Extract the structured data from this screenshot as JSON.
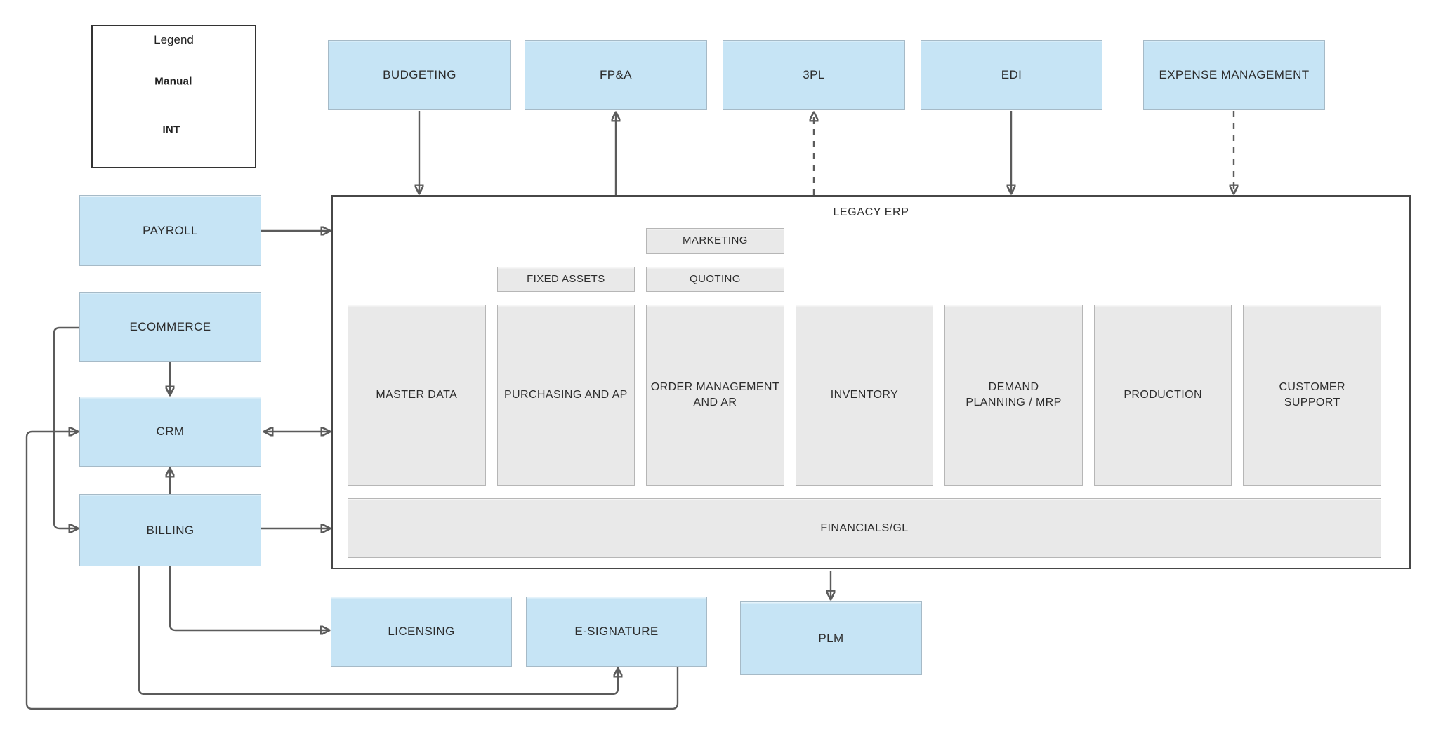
{
  "diagram": {
    "legend": {
      "title": "Legend",
      "manual_label": "Manual",
      "int_label": "INT"
    },
    "top_systems": [
      {
        "label": "BUDGETING"
      },
      {
        "label": "FP&A"
      },
      {
        "label": "3PL"
      },
      {
        "label": "EDI"
      },
      {
        "label": "EXPENSE MANAGEMENT"
      }
    ],
    "left_systems": [
      {
        "label": "PAYROLL"
      },
      {
        "label": "ECOMMERCE"
      },
      {
        "label": "CRM"
      },
      {
        "label": "BILLING"
      }
    ],
    "erp": {
      "title": "LEGACY ERP",
      "floating_modules": [
        {
          "label": "MARKETING"
        },
        {
          "label": "FIXED ASSETS"
        },
        {
          "label": "QUOTING"
        }
      ],
      "core_modules": [
        {
          "label": "MASTER DATA"
        },
        {
          "label": "PURCHASING AND AP"
        },
        {
          "label": "ORDER MANAGEMENT\nAND AR"
        },
        {
          "label": "INVENTORY"
        },
        {
          "label": "DEMAND\nPLANNING / MRP"
        },
        {
          "label": "PRODUCTION"
        },
        {
          "label": "CUSTOMER\nSUPPORT"
        }
      ],
      "base_module": {
        "label": "FINANCIALS/GL"
      }
    },
    "bottom_systems": [
      {
        "label": "LICENSING"
      },
      {
        "label": "E-SIGNATURE"
      },
      {
        "label": "PLM"
      }
    ],
    "connections": [
      {
        "from": "BUDGETING",
        "to": "LEGACY ERP",
        "type": "INT"
      },
      {
        "from": "LEGACY ERP",
        "to": "FP&A",
        "type": "INT"
      },
      {
        "from": "LEGACY ERP",
        "to": "3PL",
        "type": "Manual"
      },
      {
        "from": "EDI",
        "to": "LEGACY ERP",
        "type": "INT"
      },
      {
        "from": "EXPENSE MANAGEMENT",
        "to": "LEGACY ERP",
        "type": "Manual"
      },
      {
        "from": "PAYROLL",
        "to": "LEGACY ERP",
        "type": "INT"
      },
      {
        "from": "ECOMMERCE",
        "to": "CRM",
        "type": "INT"
      },
      {
        "from": "ECOMMERCE",
        "to": "BILLING",
        "type": "INT"
      },
      {
        "from": "CRM",
        "to": "LEGACY ERP",
        "type": "INT",
        "bidirectional": true
      },
      {
        "from": "BILLING",
        "to": "CRM",
        "type": "INT"
      },
      {
        "from": "BILLING",
        "to": "LEGACY ERP",
        "type": "INT"
      },
      {
        "from": "BILLING",
        "to": "LICENSING",
        "type": "INT"
      },
      {
        "from": "BILLING",
        "to": "E-SIGNATURE",
        "type": "INT"
      },
      {
        "from": "E-SIGNATURE",
        "to": "CRM",
        "type": "INT"
      },
      {
        "from": "LEGACY ERP",
        "to": "PLM",
        "type": "INT"
      }
    ],
    "colors": {
      "system_fill": "#C6E4F5",
      "system_border": "#A6BAC7",
      "module_fill": "#E9E9E9",
      "module_border": "#B6B6B6",
      "erp_border": "#474747",
      "connector": "#5B5B5B",
      "text": "#2C2C2C",
      "background": "#FFFFFF"
    }
  }
}
